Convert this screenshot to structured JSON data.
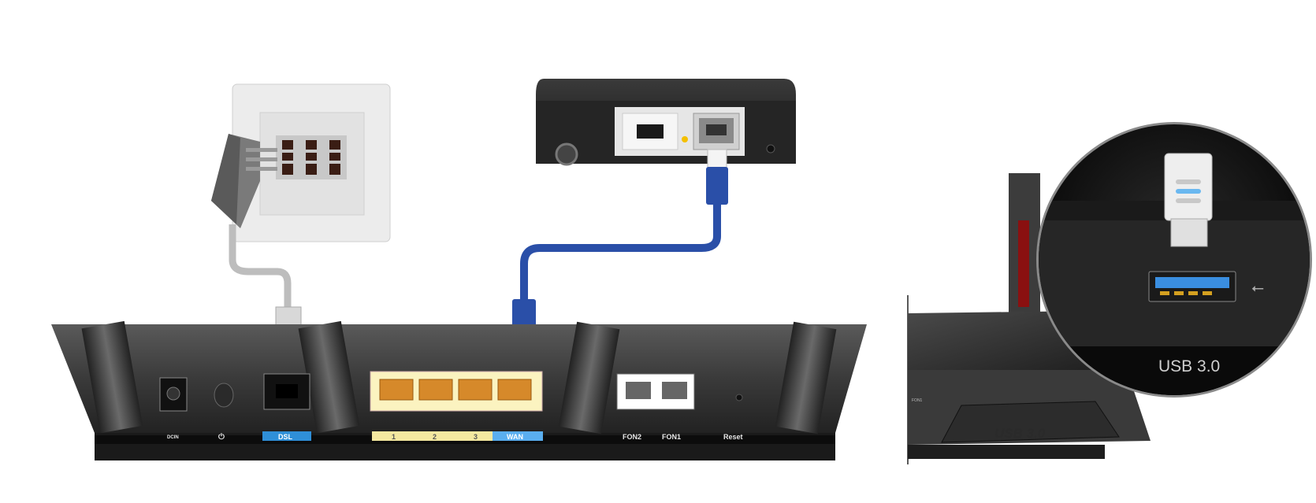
{
  "router_back_panel": {
    "labels": {
      "dc_in": "DCIN",
      "power": "⏻",
      "dsl": "DSL",
      "lan1": "1",
      "lan2": "2",
      "lan3": "3",
      "wan": "WAN",
      "fon2": "FON2",
      "fon1": "FON1",
      "reset": "Reset"
    },
    "colors": {
      "dsl_label": "#2f8fd8",
      "lan_label": "#f4e8a0",
      "wan_label": "#5aaef0",
      "lan_ports": "#e0a030"
    }
  },
  "cables": {
    "phone_cable_color": "#bdbdbd",
    "ethernet_cable_color": "#2a4fa8"
  },
  "usb_callout": {
    "label": "USB 3.0",
    "side_label": "FON1",
    "emboss_label": "USB 3.0",
    "usb_port_color": "#3a8ee0"
  }
}
